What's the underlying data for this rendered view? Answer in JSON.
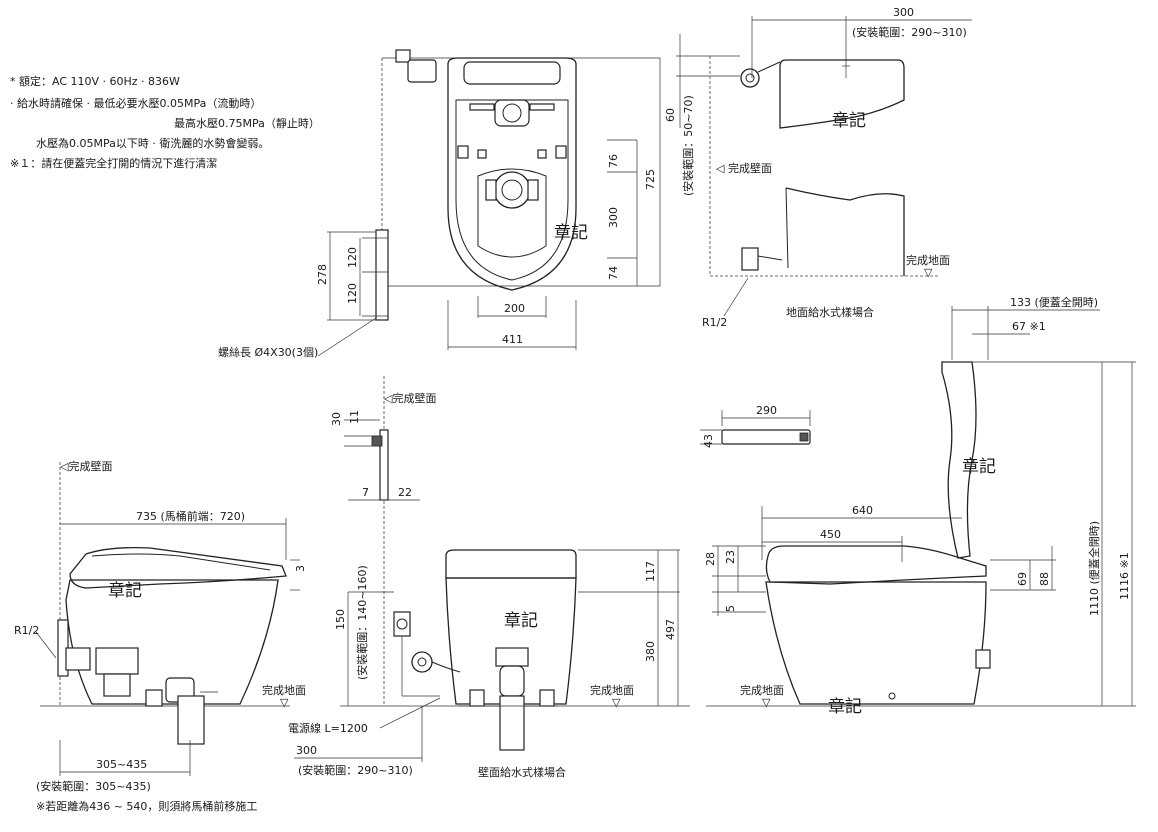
{
  "notes": [
    "* 額定：AC 110V · 60Hz · 836W",
    "· 給水時請確保 · 最低必要水壓0.05MPa（流動時）",
    "最高水壓0.75MPa（靜止時）",
    "水壓為0.05MPa以下時 · 衛洗麗的水勢會變弱。",
    "※１：請在便蓋完全打開的情況下進行清潔"
  ],
  "brand_mark": "章記",
  "labels": {
    "finished_wall": "完成壁面",
    "finished_floor": "完成地面",
    "r_half": "R1/2",
    "screw_length": "螺絲長 Ø4X30(3個)",
    "floor_supply": "地面給水式樣場合",
    "wall_supply": "壁面給水式樣場合",
    "power_cord": "電源線  L=1200",
    "install_range_305_435": "(安裝範圍：305~435)",
    "note_move_front": "※若距離為436 ~ 540，則須將馬桶前移施工",
    "install_range_290_310_top": "(安裝範圍：290~310)",
    "install_range_290_310_bottom": "(安裝範圍：290~310)",
    "install_range_50_70": "(安裝範圍：50~70)",
    "install_range_140_160": "(安裝範圍：140~160)",
    "lid_open_133": "(便蓋全開時)",
    "lid_open_1110": "(便蓋全開時)",
    "mark_1": "※1"
  },
  "dims": {
    "top_725": "725",
    "top_76": "76",
    "top_300": "300",
    "top_74": "74",
    "top_200": "200",
    "top_411": "411",
    "bracket_278": "278",
    "bracket_120a": "120",
    "bracket_120b": "120",
    "fs_300": "300",
    "fs_60": "60",
    "side_735": "735 (馬桶前端：720)",
    "side_3": "3",
    "side_305_435": "305~435",
    "remote_30": "30",
    "remote_11": "11",
    "remote_7": "7",
    "remote_22": "22",
    "front_150": "150",
    "front_117": "117",
    "front_497": "497",
    "front_380": "380",
    "front_300": "300",
    "ctrl_290": "290",
    "ctrl_43": "43",
    "rs_133": "133",
    "rs_67": "67",
    "rs_640": "640",
    "rs_450": "450",
    "rs_28": "28",
    "rs_23": "23",
    "rs_5": "5",
    "rs_69": "69",
    "rs_88": "88",
    "rs_1110": "1110",
    "rs_1116": "1116 ※1"
  }
}
